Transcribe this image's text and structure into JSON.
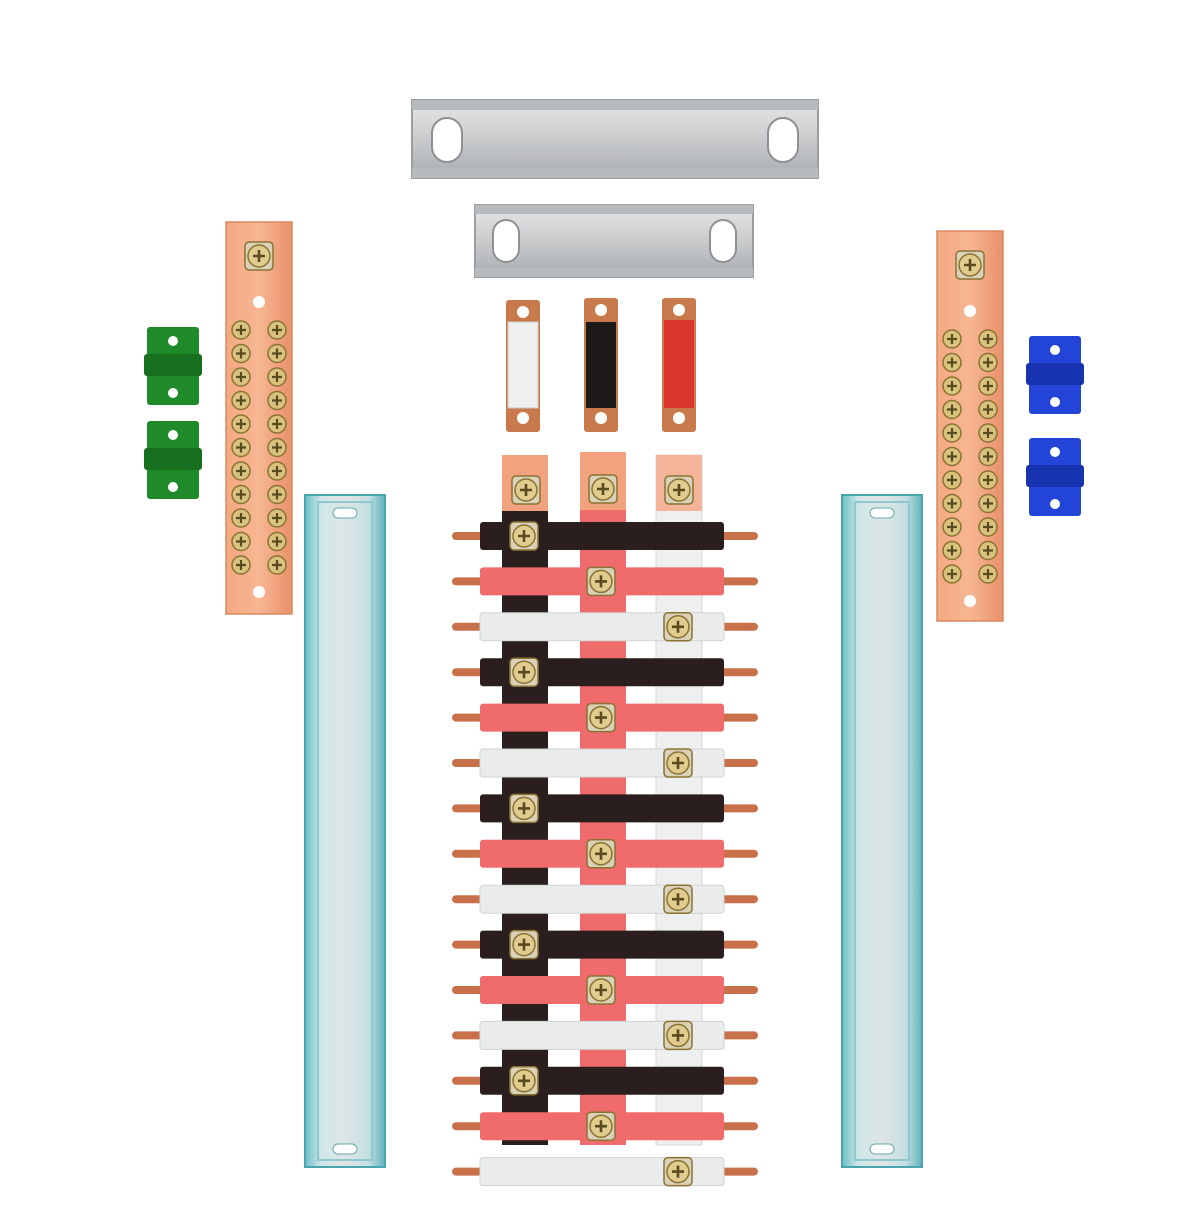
{
  "scene": {
    "background": "#ffffff",
    "colors": {
      "copper": "#f2a27c",
      "copper_dark": "#c8704a",
      "aluminum": "#cfd1d3",
      "aluminum_dark": "#9fa3a6",
      "din_rail_tint": "#7fc6cc",
      "green_clip": "#1f8a2a",
      "blue_clip": "#1f3fd1",
      "phase_black": "#2a1f1e",
      "phase_red": "#f06b6b",
      "phase_white": "#e9eceb",
      "screw": "#d8c07a"
    }
  },
  "parts": [
    {
      "name": "aluminum-channel-long",
      "kind": "channel"
    },
    {
      "name": "aluminum-channel-short",
      "kind": "channel"
    },
    {
      "name": "copper-link-white",
      "kind": "link",
      "insulation": "white"
    },
    {
      "name": "copper-link-black",
      "kind": "link",
      "insulation": "black"
    },
    {
      "name": "copper-link-red",
      "kind": "link",
      "insulation": "red"
    },
    {
      "name": "ground-terminal-bar-left",
      "kind": "terminal-bar"
    },
    {
      "name": "ground-terminal-bar-right",
      "kind": "terminal-bar"
    },
    {
      "name": "green-insulator-clip",
      "kind": "clip",
      "count": 2
    },
    {
      "name": "blue-insulator-clip",
      "kind": "clip",
      "count": 2
    },
    {
      "name": "din-rail-left",
      "kind": "din-rail"
    },
    {
      "name": "din-rail-right",
      "kind": "din-rail"
    },
    {
      "name": "three-phase-busbar-comb",
      "kind": "busbar",
      "bars": 15,
      "phase_order": [
        "black",
        "red",
        "white"
      ]
    }
  ]
}
